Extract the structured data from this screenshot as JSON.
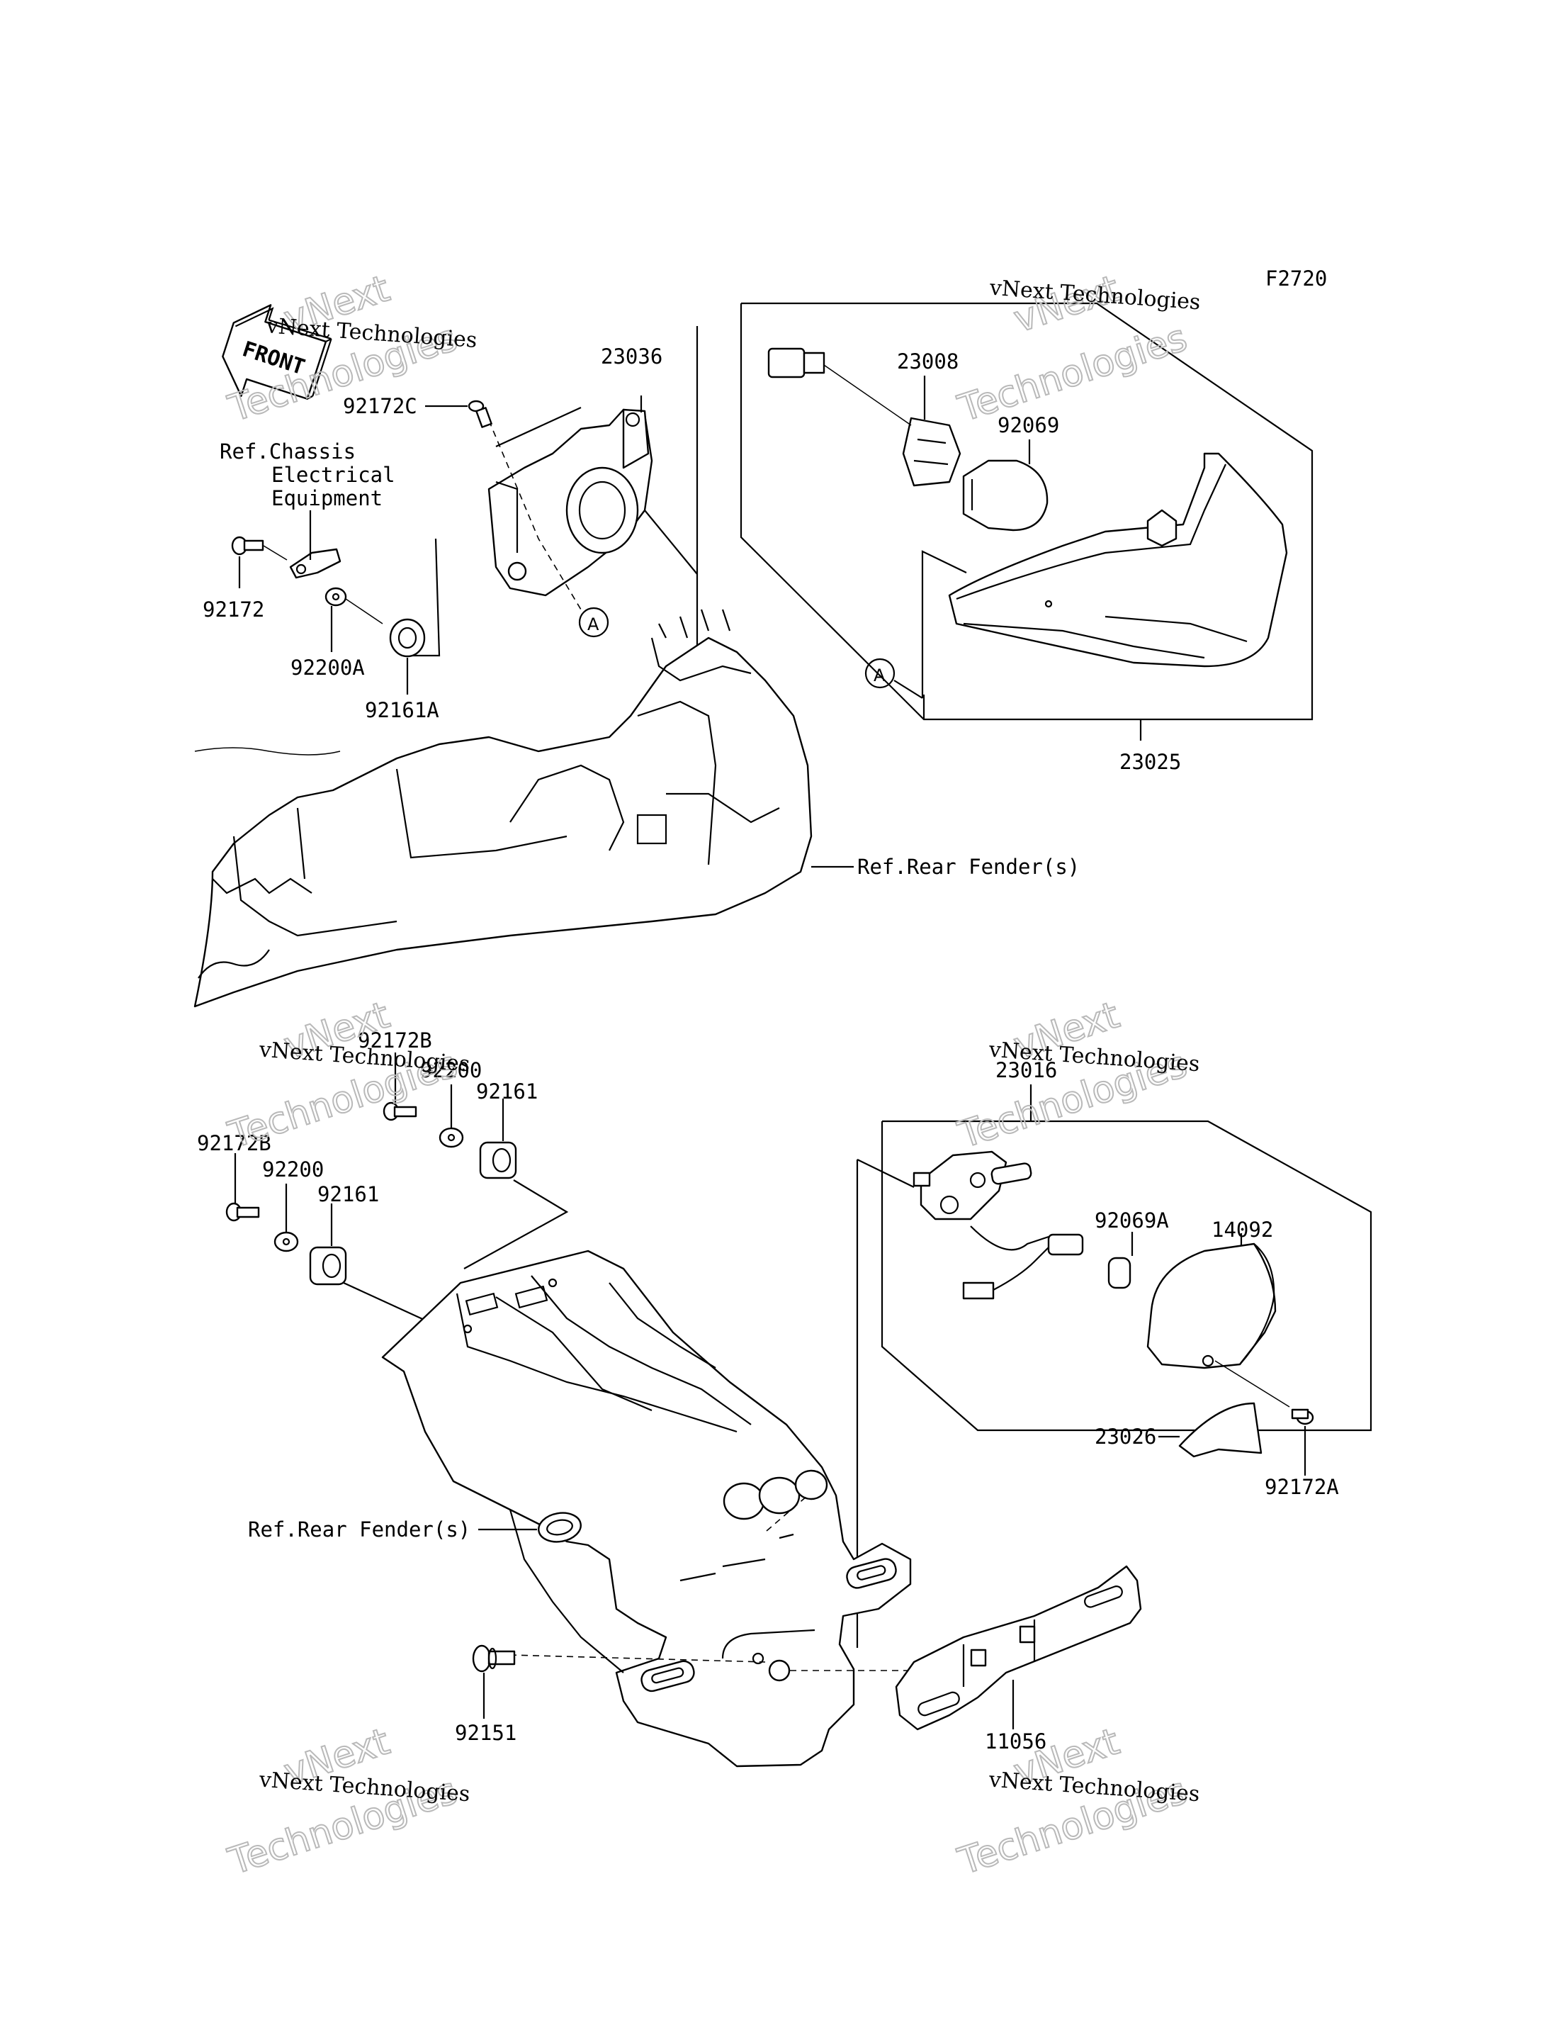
{
  "figure_code": "F2720",
  "front_label": "FRONT",
  "ref_labels": {
    "chassis_line1": "Ref.Chassis",
    "chassis_line2": "Electrical",
    "chassis_line3": "Equipment",
    "rear_fender_top": "Ref.Rear Fender(s)",
    "rear_fender_bottom": "Ref.Rear Fender(s)"
  },
  "callout_marker": "A",
  "watermark": {
    "line1": "vNext Technologies",
    "line2": "vNext",
    "line3": "Technologies"
  },
  "part_numbers": {
    "p23036": "23036",
    "p92172C": "92172C",
    "p92172": "92172",
    "p92200A": "92200A",
    "p92161A": "92161A",
    "p23008": "23008",
    "p92069": "92069",
    "p23025": "23025",
    "p92172B_top": "92172B",
    "p92200_top": "92200",
    "p92161_top": "92161",
    "p92172B_left": "92172B",
    "p92200_left": "92200",
    "p92161_left": "92161",
    "p23016": "23016",
    "p92069A": "92069A",
    "p14092": "14092",
    "p23026": "23026",
    "p92172A": "92172A",
    "p92151": "92151",
    "p11056": "11056"
  }
}
